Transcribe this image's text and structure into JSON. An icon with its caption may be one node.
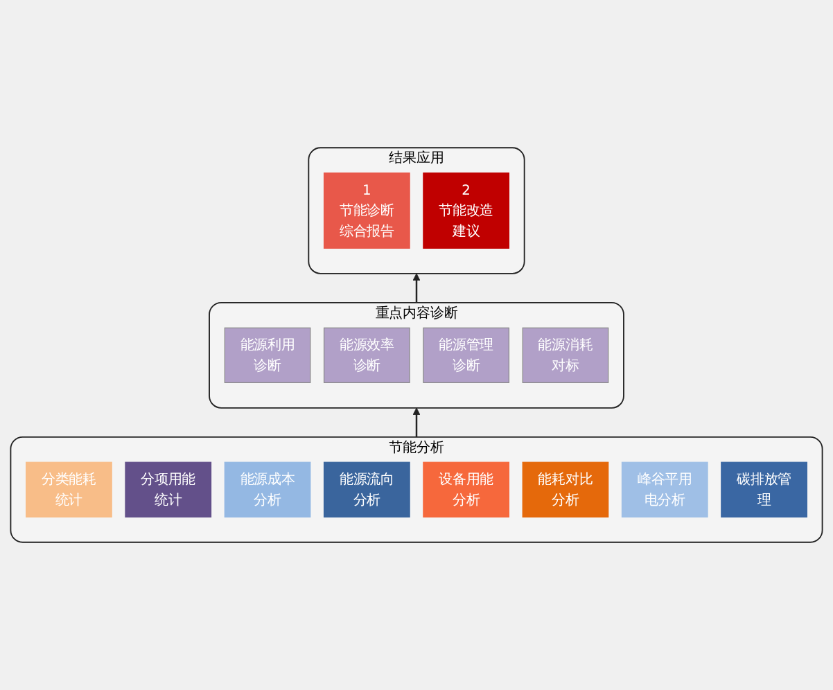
{
  "diagram": {
    "nodes": [
      {
        "text": [
          "结果应用"
        ]
      },
      {
        "text": [
          "1",
          "节能诊断综合报告"
        ],
        "in": 0
      },
      {
        "text": [
          "2",
          "节能改造建议"
        ],
        "in": 0
      },
      {
        "text": [
          "重点内容诊断"
        ]
      },
      {
        "text": [
          "能源利用诊断"
        ],
        "in": 3
      },
      {
        "text": [
          "能源效率诊断"
        ],
        "in": 3
      },
      {
        "text": [
          "能源管理诊断"
        ],
        "in": 3
      },
      {
        "text": [
          "能源消耗对标"
        ],
        "in": 3
      },
      {
        "text": [
          "节能分析"
        ]
      },
      {
        "text": [
          "分类能耗统计"
        ],
        "in": 8
      },
      {
        "text": [
          "分项用能统计"
        ],
        "in": 8
      },
      {
        "text": [
          "能源成本分析"
        ],
        "in": 8
      },
      {
        "text": [
          "能源流向分析"
        ],
        "in": 8
      },
      {
        "text": [
          "设备用能分析"
        ],
        "in": 8
      },
      {
        "text": [
          "能耗对比分析"
        ],
        "in": 8
      },
      {
        "text": [
          "峰谷平用电分析"
        ],
        "in": 8
      },
      {
        "text": [
          "碳排放管理"
        ],
        "in": 8
      }
    ],
    "edges": [
      {
        "from": 8,
        "to": 3,
        "arrow": "to"
      },
      {
        "from": 3,
        "to": 0,
        "arrow": "to"
      }
    ]
  }
}
